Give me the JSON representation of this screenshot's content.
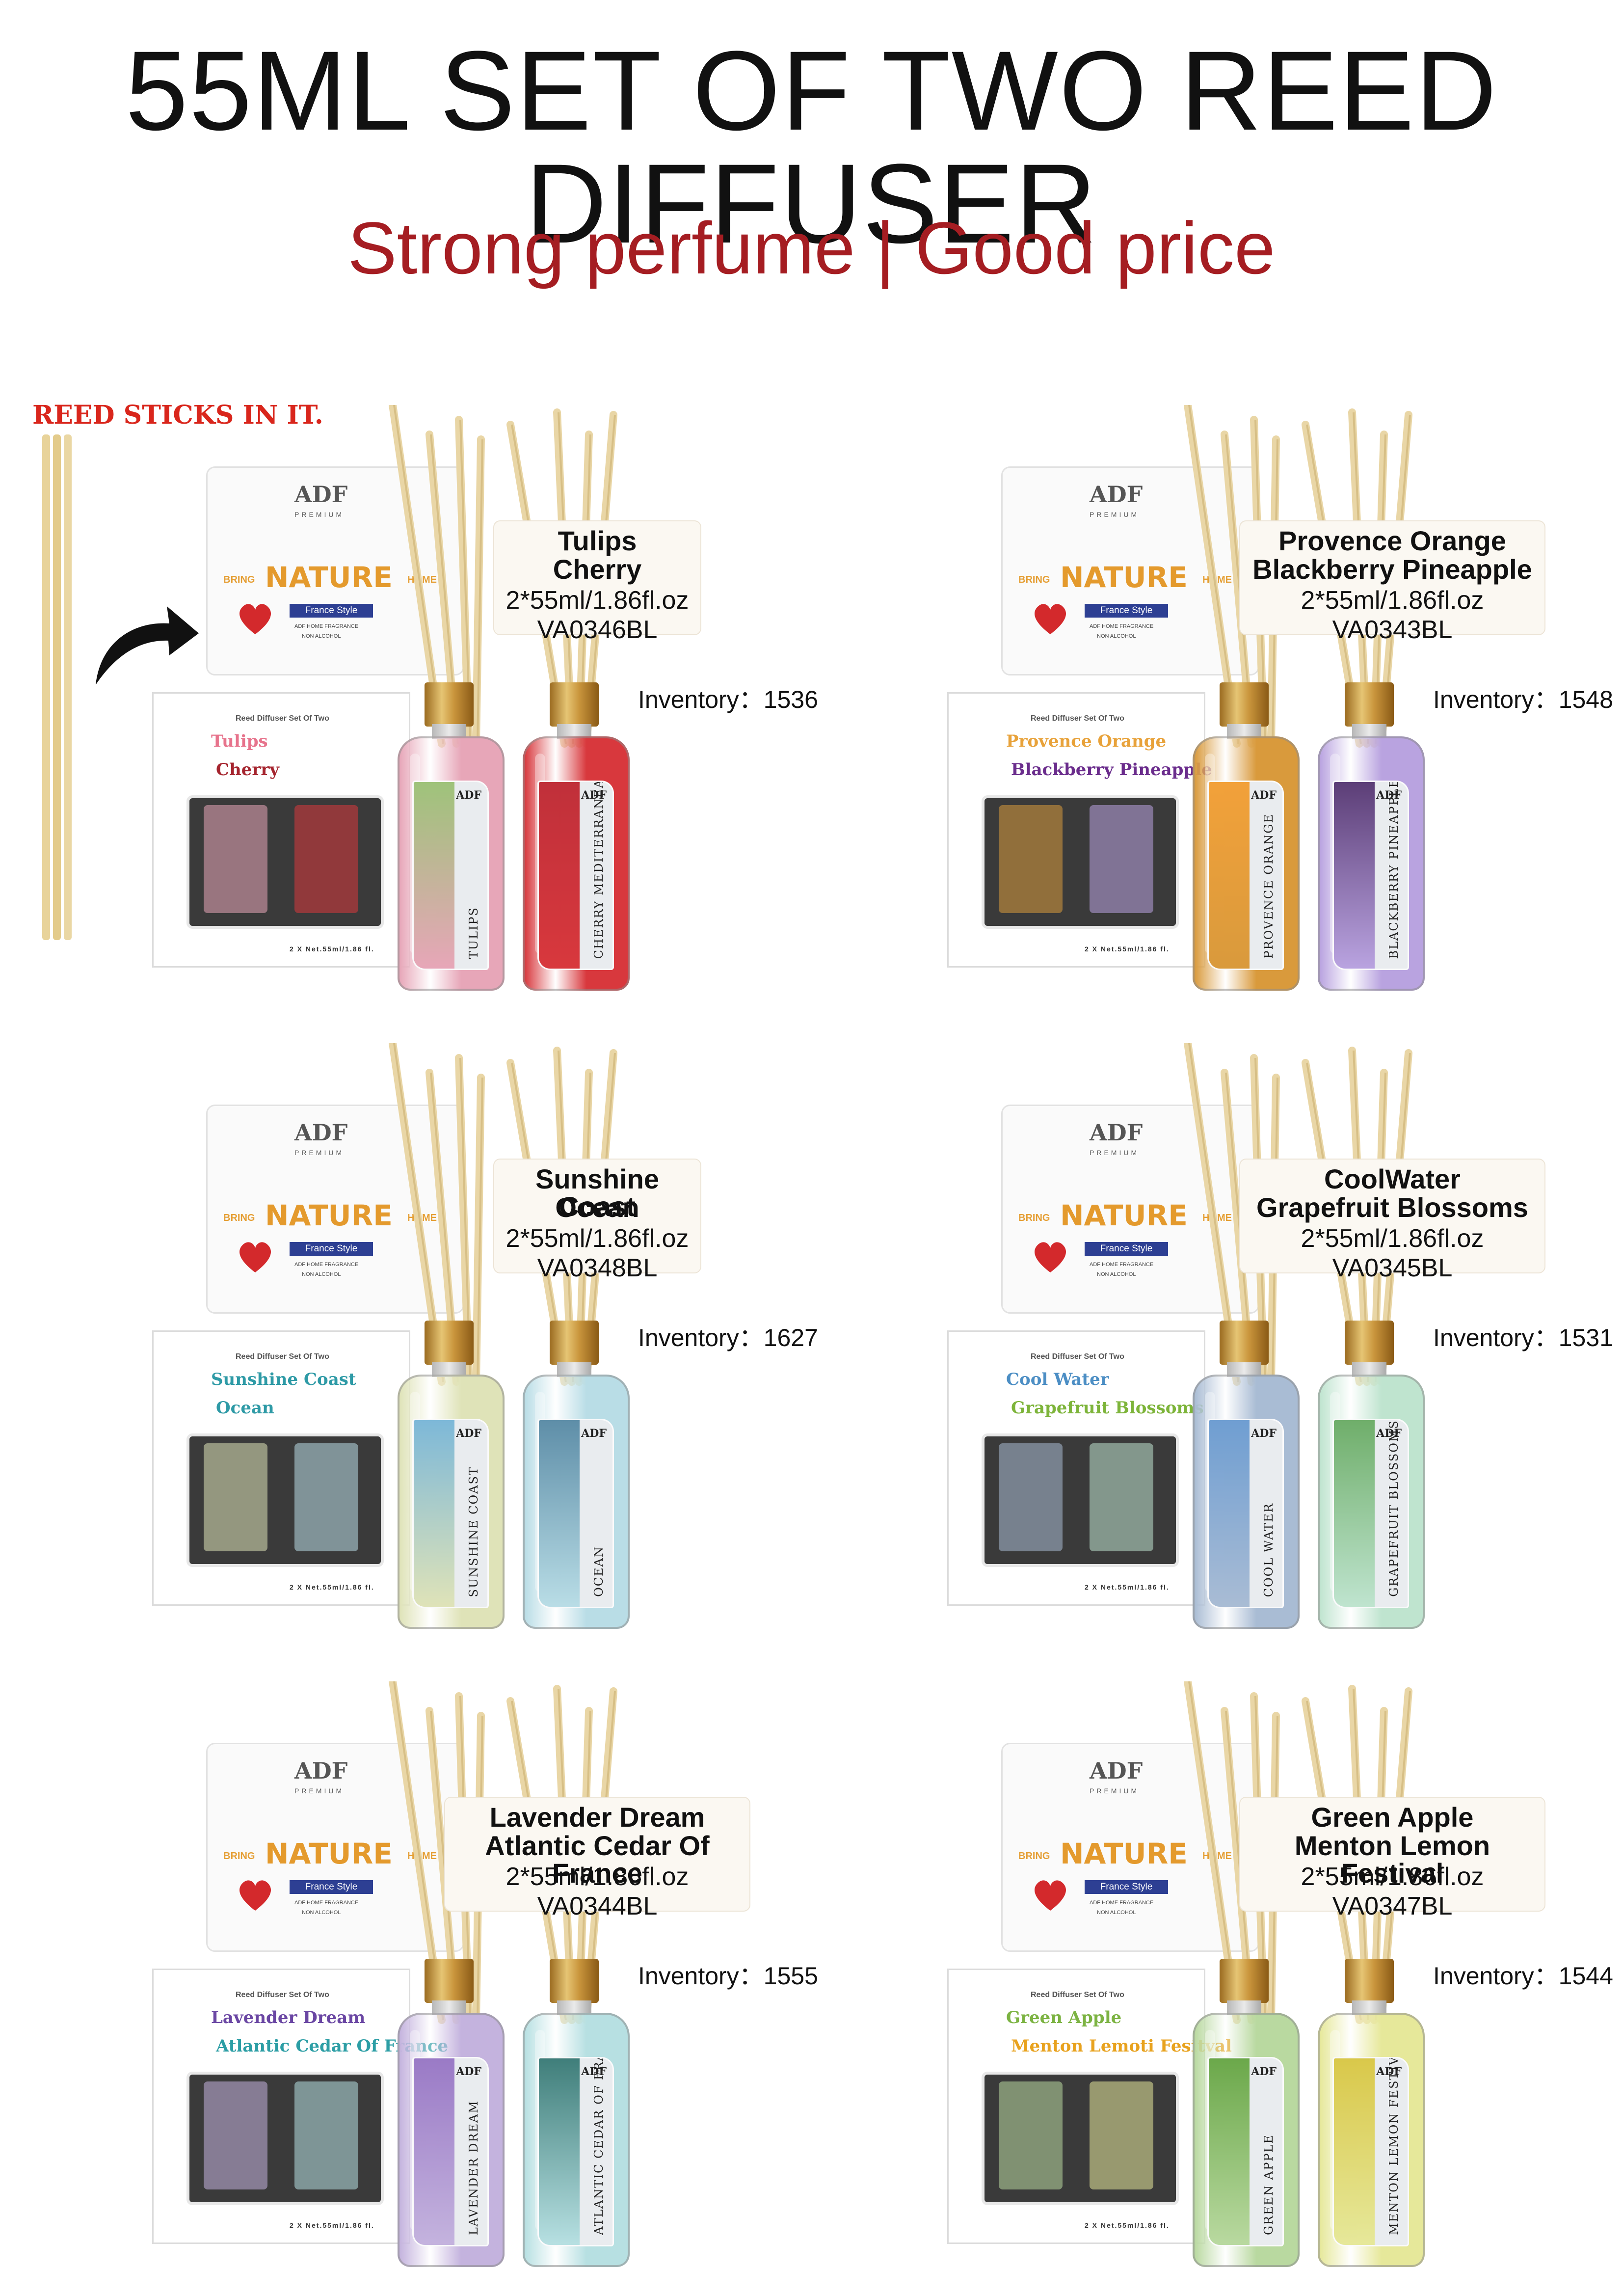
{
  "page": {
    "title": "55ML SET OF TWO REED DIFFUSER",
    "subtitle": "Strong perfume | Good price",
    "reed_note": "REED STICKS IN IT."
  },
  "box_common": {
    "brand": "ADF",
    "premium": "PREMIUM",
    "bring": "BRING",
    "nature": "NATURE",
    "home": "HOME",
    "france_style": "France Style",
    "adf_home": "ADF HOME FRAGRANCE",
    "non_alcohol": "NON ALCOHOL",
    "set_of_two": "Reed Diffuser Set Of Two",
    "net": "2 X Net.55ml/1.86 fl."
  },
  "products": [
    {
      "name_line1": "Tulips",
      "name_line2": "Cherry",
      "volume": "2*55ml/1.86fl.oz",
      "code": "VA0346BL",
      "inventory": "Inventory：1536",
      "box_line1": "Tulips",
      "box_line2": "Cherry",
      "bottle1_label": "TULIPS",
      "bottle2_label": "CHERRY MEDITERRANEAN",
      "colors": {
        "bottle1": "#e7a6b8",
        "bottle2": "#d8383d",
        "label1": "#9ec37a",
        "label2": "#c0303a",
        "box_line1": "#e7738c",
        "box_line2": "#a5242e"
      }
    },
    {
      "name_line1": "Provence Orange",
      "name_line2": "Blackberry Pineapple",
      "volume": "2*55ml/1.86fl.oz",
      "code": "VA0343BL",
      "inventory": "Inventory：1548",
      "box_line1": "Provence Orange",
      "box_line2": "Blackberry Pineapple",
      "bottle1_label": "PROVENCE ORANGE",
      "bottle2_label": "BLACKBERRY PINEAPPLE",
      "colors": {
        "bottle1": "#d99a3c",
        "bottle2": "#b9a3e0",
        "label1": "#f2a13a",
        "label2": "#5c3e77",
        "box_line1": "#e8a23a",
        "box_line2": "#6a2c8c"
      }
    },
    {
      "name_line1": "Sunshine Coast",
      "name_line2": "Ocean",
      "volume": "2*55ml/1.86fl.oz",
      "code": "VA0348BL",
      "inventory": "Inventory：1627",
      "box_line1": "Sunshine Coast",
      "box_line2": "Ocean",
      "bottle1_label": "SUNSHINE COAST",
      "bottle2_label": "OCEAN",
      "colors": {
        "bottle1": "#dfe3b8",
        "bottle2": "#b9dde6",
        "label1": "#7db8d8",
        "label2": "#5e8ea8",
        "box_line1": "#2e9aa6",
        "box_line2": "#2e9aa6"
      }
    },
    {
      "name_line1": "CoolWater",
      "name_line2": "Grapefruit Blossoms",
      "volume": "2*55ml/1.86fl.oz",
      "code": "VA0345BL",
      "inventory": "Inventory：1531",
      "box_line1": "Cool Water",
      "box_line2": "Grapefruit Blossoms",
      "bottle1_label": "COOL WATER",
      "bottle2_label": "GRAPEFRUIT BLOSSOMS",
      "colors": {
        "bottle1": "#a9bcd4",
        "bottle2": "#bfe4cf",
        "label1": "#6f9ed2",
        "label2": "#6fae6a",
        "box_line1": "#4c8ec4",
        "box_line2": "#7db43a"
      }
    },
    {
      "name_line1": "Lavender Dream",
      "name_line2": "Atlantic Cedar Of France",
      "volume": "2*55ml/1.86fl.oz",
      "code": "VA0344BL",
      "inventory": "Inventory：1555",
      "box_line1": "Lavender Dream",
      "box_line2": "Atlantic Cedar Of France",
      "bottle1_label": "LAVENDER DREAM",
      "bottle2_label": "ATLANTIC CEDAR OF FRANCE",
      "colors": {
        "bottle1": "#c4b3de",
        "bottle2": "#b7e0e2",
        "label1": "#9a7ac6",
        "label2": "#3f7e7a",
        "box_line1": "#6a46a3",
        "box_line2": "#2c9ea5"
      }
    },
    {
      "name_line1": "Green Apple",
      "name_line2": "Menton Lemon Festival",
      "volume": "2*55ml/1.86fl.oz",
      "code": "VA0347BL",
      "inventory": "Inventory：1544",
      "box_line1": "Green Apple",
      "box_line2": "Menton Lemoti Fesitval",
      "bottle1_label": "GREEN APPLE",
      "bottle2_label": "MENTON LEMON FESTIVAL",
      "colors": {
        "bottle1": "#b9d9a0",
        "bottle2": "#e6e89a",
        "label1": "#6ba84a",
        "label2": "#d9c84a",
        "box_line1": "#7cb342",
        "box_line2": "#e8a21e"
      }
    }
  ]
}
